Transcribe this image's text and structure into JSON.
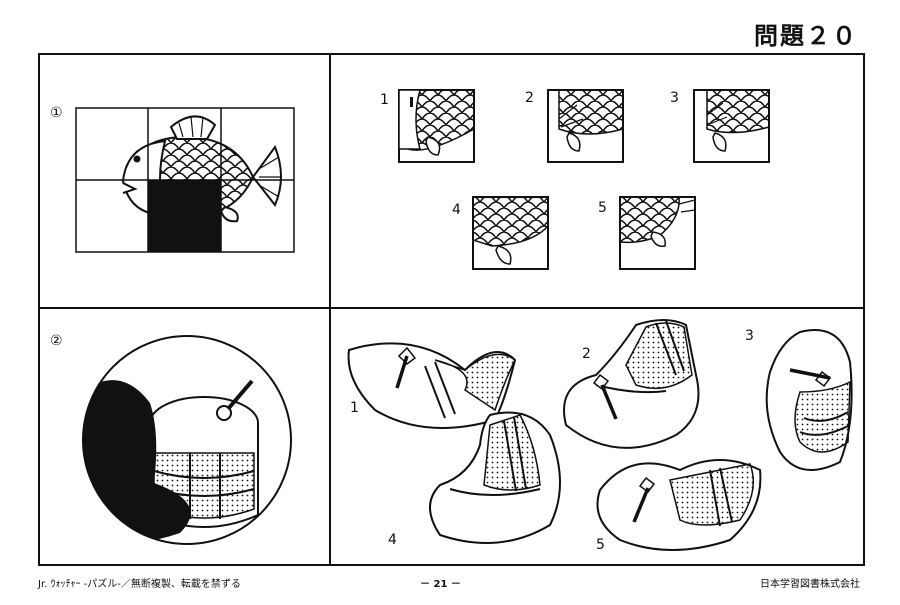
{
  "header": {
    "title": "問題２０"
  },
  "section1": {
    "number": "①",
    "options": [
      "1",
      "2",
      "3",
      "4",
      "5"
    ]
  },
  "section2": {
    "number": "②",
    "options": [
      "1",
      "2",
      "3",
      "4",
      "5"
    ]
  },
  "footer": {
    "left": "Jr. ｳｫｯﾁｬｰ -パズル-／無断複製、転載を禁ずる",
    "center": "－ 21 －",
    "right": "日本学習図書株式会社"
  }
}
